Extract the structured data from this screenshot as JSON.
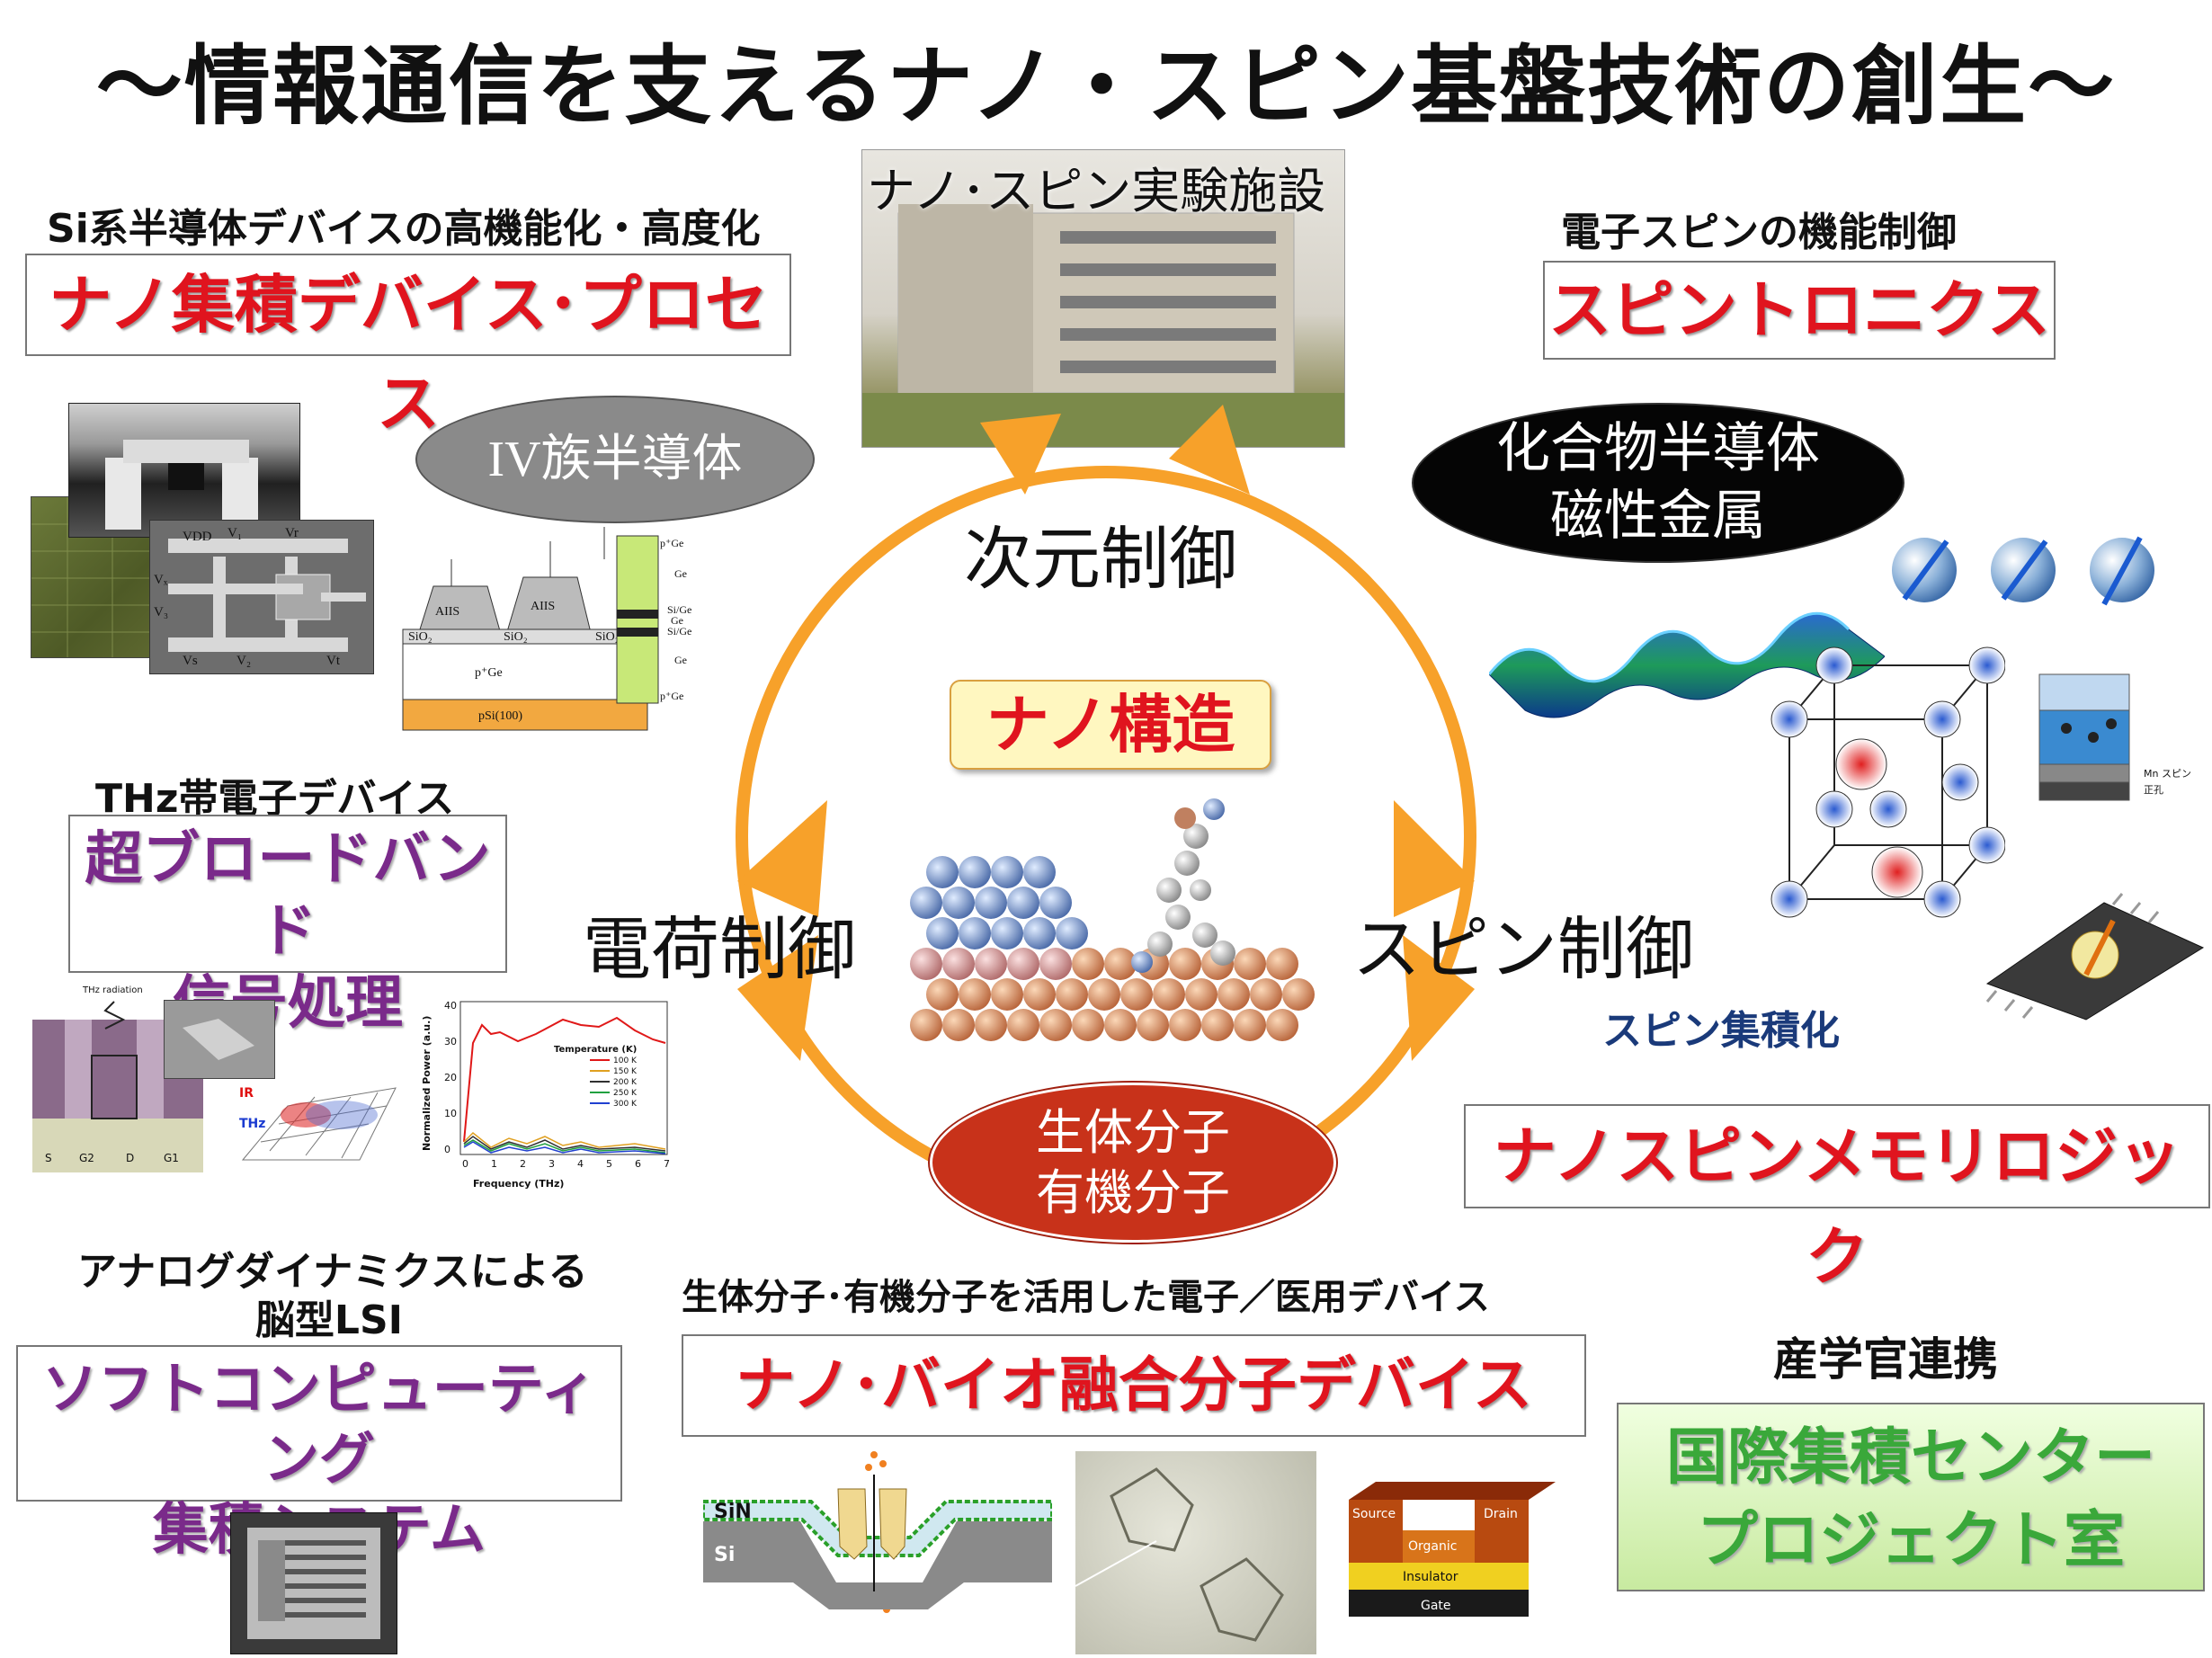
{
  "title": "～情報通信を支えるナノ・スピン基盤技術の創生～",
  "top_left": {
    "subtitle": "Si系半導体デバイスの高機能化・高度化",
    "box_label": "ナノ集積デバイス･プロセス",
    "ellipse_label": "IV族半導体",
    "diagram_labels": {
      "aiis_1": "AIIS",
      "aiis_2": "AIIS",
      "sio2_1": "SiO₂",
      "sio2_2": "SiO₂",
      "sio2_3": "SiO₂",
      "p_ge": "p⁺Ge",
      "p_si": "pSi(100)",
      "ge_1": "p⁺Ge",
      "ge_2": "Ge",
      "ge_3": "Si/Ge",
      "ge_4": "Ge",
      "ge_5": "Si/Ge",
      "ge_6": "Ge",
      "ge_7": "p⁺Ge"
    },
    "chip_labels": {
      "vdd": "VDD",
      "v1": "V₁",
      "v2": "V₂",
      "v3": "V₃",
      "vx": "Vₓ",
      "vr": "Vr",
      "vs": "Vs",
      "vt": "Vt"
    }
  },
  "top_center": {
    "label": "ナノ･スピン実験施設"
  },
  "top_right": {
    "subtitle": "電子スピンの機能制御",
    "box_label": "スピントロニクス",
    "ellipse_line1": "化合物半導体",
    "ellipse_line2": "磁性金属"
  },
  "mid_left": {
    "subtitle": "THz帯電子デバイス",
    "box_line1": "超ブロードバンド",
    "box_line2": "信号処理",
    "chart_title": "Temperature (K)",
    "chart_legend": [
      "100 K",
      "150 K",
      "200 K",
      "250 K",
      "300 K"
    ],
    "chart_xlabel": "Frequency (THz)",
    "chart_ylabel": "Normalized Power (a.u.)",
    "chart_xticks": [
      "0",
      "1",
      "2",
      "3",
      "4",
      "5",
      "6",
      "7"
    ],
    "chart_yticks": [
      "40",
      "30",
      "20",
      "10",
      "0"
    ],
    "device_labels": {
      "thz_radiation": "THz radiation",
      "ir": "IR",
      "thz": "THz",
      "s": "S",
      "g2": "G2",
      "d": "D",
      "g1": "G1"
    }
  },
  "cycle": {
    "top": "次元制御",
    "left": "電荷制御",
    "right": "スピン制御",
    "center": "ナノ構造",
    "bottom_line1": "生体分子",
    "bottom_line2": "有機分子"
  },
  "mid_right": {
    "spin_integration": "スピン集積化",
    "box_label": "ナノスピンメモリロジック",
    "mn_legend_1": "Mn スピン",
    "mn_legend_2": "正孔"
  },
  "bottom_left": {
    "subtitle_line1": "アナログダイナミクスによる",
    "subtitle_line2": "脳型LSI",
    "box_line1": "ソフトコンピューティング",
    "box_line2": "集積システム"
  },
  "bottom_center": {
    "subtitle": "生体分子･有機分子を活用した電子／医用デバイス",
    "box_label": "ナノ･バイオ融合分子デバイス",
    "sin_label": "SiN",
    "si_label": "Si",
    "otft_labels": {
      "source": "Source",
      "drain": "Drain",
      "organic": "Organic",
      "insulator": "Insulator",
      "gate": "Gate"
    }
  },
  "bottom_right": {
    "subtitle": "産学官連携",
    "box_line1": "国際集積センター",
    "box_line2": "プロジェクト室"
  },
  "colors": {
    "red_text": "#e0141e",
    "purple_text": "#7a2a8a",
    "green_text": "#3aa83a",
    "cycle_orange": "#f7a12a",
    "center_box_bg": "#fff7c0",
    "bio_ellipse": "#c8321a",
    "gray_ellipse": "#8a8a8a",
    "black_ellipse": "#050505"
  }
}
